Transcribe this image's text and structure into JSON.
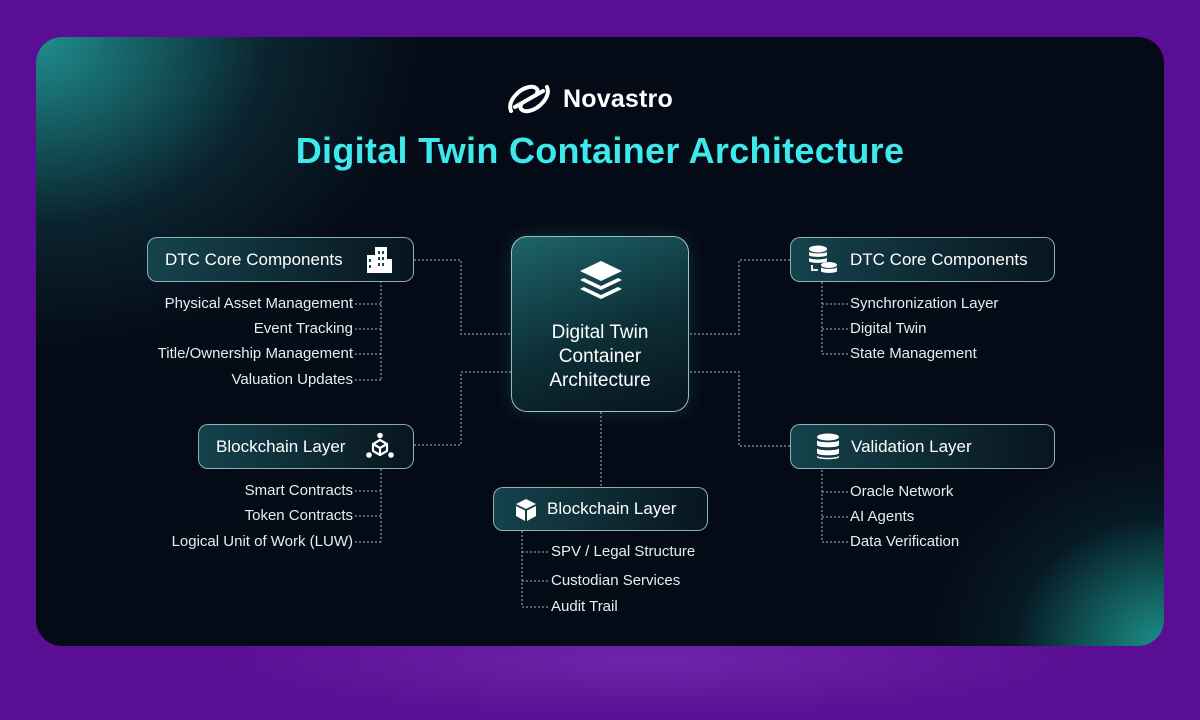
{
  "brand": {
    "name": "Novastro",
    "logo_icon": "planet-orbit-icon"
  },
  "title": "Digital Twin Container Architecture",
  "center": {
    "lines": [
      "Digital Twin",
      "Container",
      "Architecture"
    ],
    "icon": "layers-stack-icon"
  },
  "left_top": {
    "label": "DTC Core Components",
    "icon": "buildings-icon",
    "items": [
      "Physical Asset Management",
      "Event Tracking",
      "Title/Ownership Management",
      "Valuation Updates"
    ]
  },
  "left_bottom": {
    "label": "Blockchain Layer",
    "icon": "blockchain-cube-icon",
    "items": [
      "Smart Contracts",
      "Token Contracts",
      "Logical Unit of Work (LUW)"
    ]
  },
  "bottom": {
    "label": "Blockchain Layer",
    "icon": "cube-icon",
    "items": [
      "SPV / Legal Structure",
      "Custodian Services",
      "Audit Trail"
    ]
  },
  "right_top": {
    "label": "DTC Core Components",
    "icon": "database-sync-icon",
    "items": [
      "Synchronization Layer",
      "Digital Twin",
      "State Management"
    ]
  },
  "right_bottom": {
    "label": "Validation Layer",
    "icon": "database-icon",
    "items": [
      "Oracle Network",
      "AI Agents",
      "Data Verification"
    ]
  },
  "colors": {
    "background": "#5a0e93",
    "card": "#050b16",
    "title": "#3de9ec",
    "accent_teal": "#1d6469",
    "text": "#ffffff"
  }
}
